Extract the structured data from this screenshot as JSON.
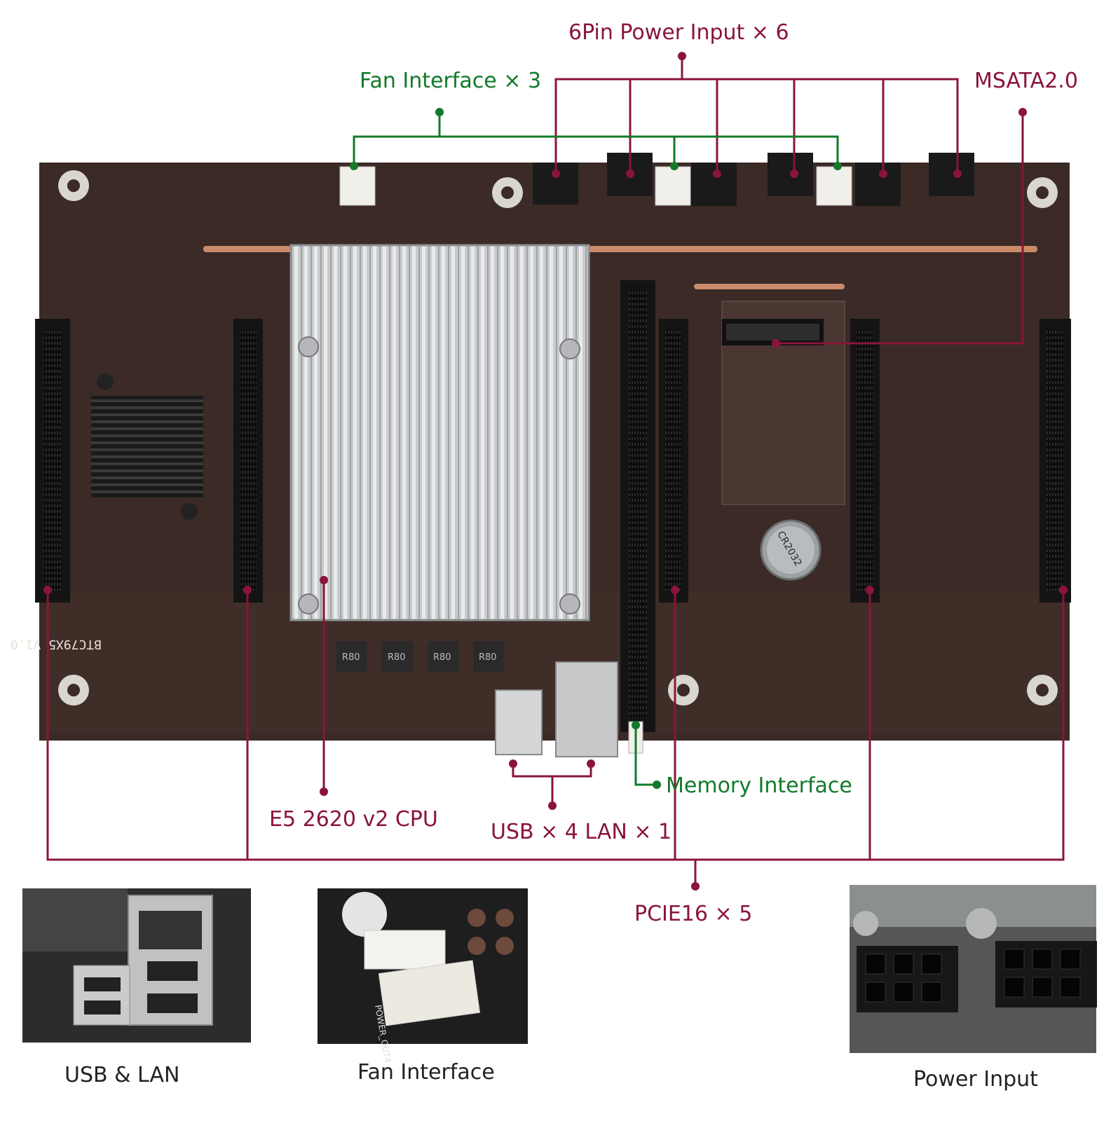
{
  "board": {
    "silkscreen_model": "BTC79X5 V1.0",
    "battery_text": "CR2032",
    "choke_text": "R80"
  },
  "callouts": {
    "power_input": "6Pin Power Input × 6",
    "fan_interface": "Fan Interface × 3",
    "msata": "MSATA2.0",
    "cpu": "E5 2620 v2 CPU",
    "usb_lan": "USB × 4  LAN × 1",
    "memory": "Memory Interface",
    "pcie": "PCIE16 × 5"
  },
  "insets": {
    "usb_lan": "USB & LAN",
    "fan": "Fan Interface",
    "power": "Power Input",
    "fan_connector_text": "CE411",
    "fan_silk_text": "POWER_OUT4"
  },
  "colors": {
    "callout_red": "#8a1538",
    "callout_green": "#127a2a",
    "pcb": "#3b2a26"
  }
}
